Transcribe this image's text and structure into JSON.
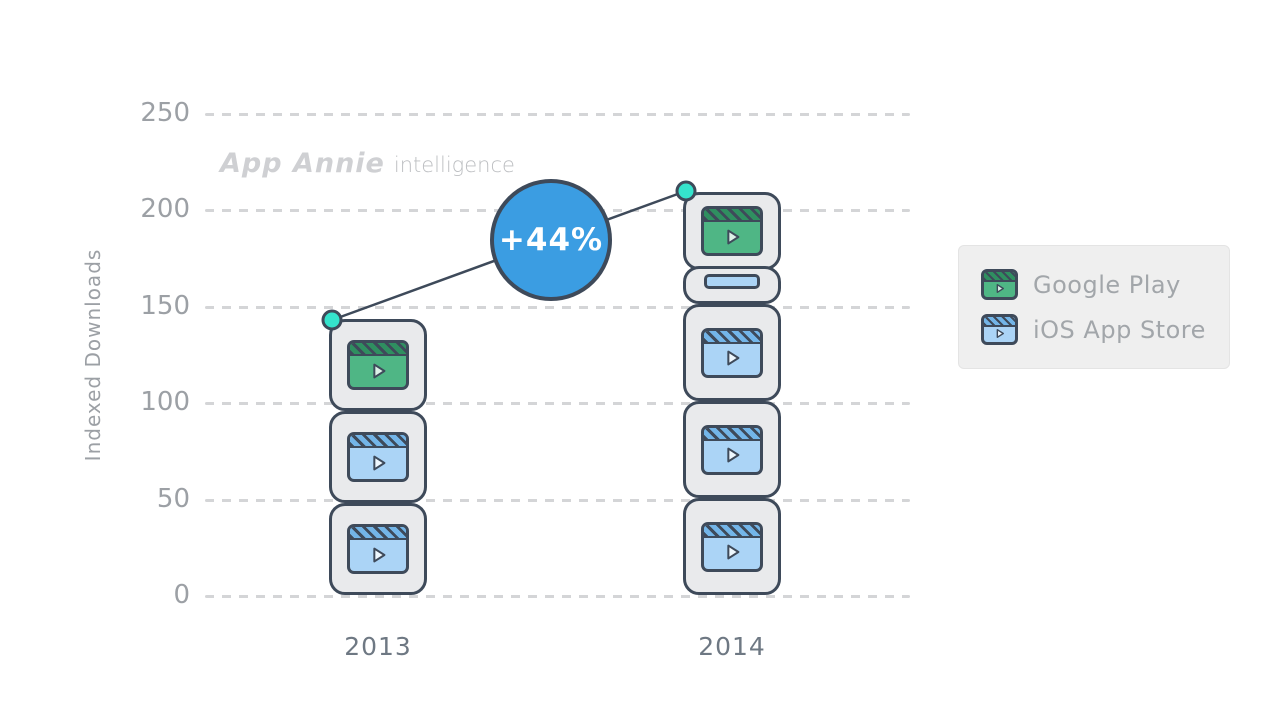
{
  "branding": {
    "logo_script": "App Annie",
    "logo_suffix": "intelligence"
  },
  "chart_data": {
    "type": "bar",
    "title": "",
    "ylabel": "Indexed Downloads",
    "xlabel": "",
    "ylim": [
      0,
      250
    ],
    "yticks": [
      "0",
      "50",
      "100",
      "150",
      "200",
      "250"
    ],
    "categories": [
      "2013",
      "2014"
    ],
    "series": [
      {
        "name": "Google Play",
        "values": [
          47,
          46
        ]
      },
      {
        "name": "iOS App Store",
        "values": [
          96,
          163
        ]
      }
    ],
    "totals": [
      143,
      209
    ],
    "growth_annotation": "+44%",
    "legend": [
      {
        "label": "Google Play",
        "color": "#4fb685"
      },
      {
        "label": "iOS App Store",
        "color": "#abd4f6"
      }
    ],
    "legend_position": "right",
    "grid": "horizontal-dashed",
    "bar_style": "stacked video-app icon blocks",
    "accent_colors": {
      "outline": "#3e4a5a",
      "google_play_green": "#4fb685",
      "ios_blue": "#abd4f6",
      "marker_teal": "#35e3cc",
      "annotation_blue": "#3b9de2",
      "gridline_gray": "#d4d5d7"
    }
  }
}
